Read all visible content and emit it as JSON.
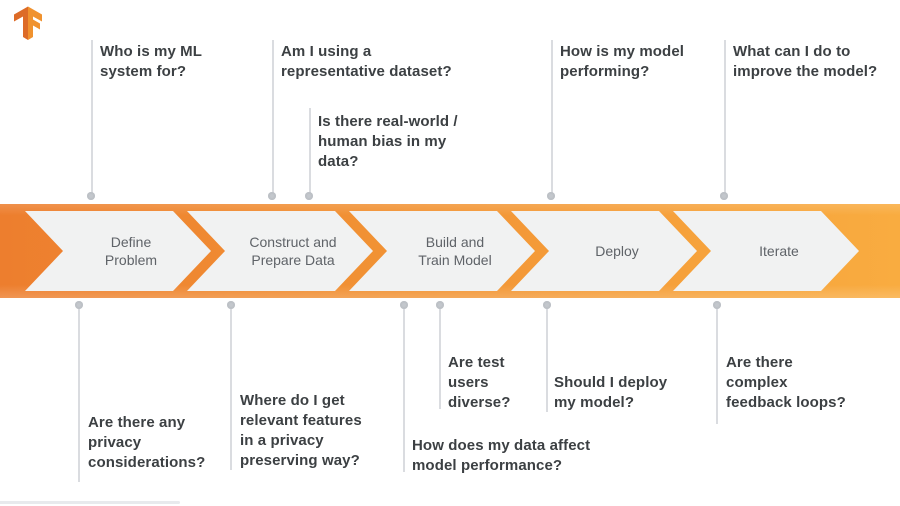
{
  "diagram": {
    "title": "TensorFlow ML workflow diagram",
    "logo_icon": "tensorflow-logo"
  },
  "banner": {
    "stages": [
      {
        "label": "Define Problem"
      },
      {
        "label": "Construct and Prepare Data"
      },
      {
        "label": "Build and Train Model"
      },
      {
        "label": "Deploy"
      },
      {
        "label": "Iterate"
      }
    ]
  },
  "top_questions": [
    {
      "text": "Who is my ML\nsystem for?"
    },
    {
      "text": "Am I using a\nrepresentative dataset?"
    },
    {
      "text": "Is there real-world /\nhuman bias in my\ndata?"
    },
    {
      "text": "How is my model\nperforming?"
    },
    {
      "text": "What can I do to\nimprove the model?"
    }
  ],
  "bottom_questions": [
    {
      "text": "Are there any\nprivacy\nconsiderations?"
    },
    {
      "text": "Where do I get\nrelevant features\nin a privacy\npreserving way?"
    },
    {
      "text": "How does my data affect\nmodel performance?"
    },
    {
      "text": "Are test\nusers\ndiverse?"
    },
    {
      "text": "Should I deploy\nmy model?"
    },
    {
      "text": "Are there\ncomplex\nfeedback loops?"
    }
  ],
  "colors": {
    "banner_gradient_left": "#ED7E2E",
    "banner_gradient_right": "#F9AC40",
    "chevron_fill": "#F1F2F2",
    "stage_text": "#5F6368",
    "question_text": "#3C4043",
    "connector_line": "#DADCE0",
    "connector_dot": "#BDC1C6",
    "logo_dark_orange": "#DD6B27",
    "logo_light_orange": "#F0922E"
  }
}
